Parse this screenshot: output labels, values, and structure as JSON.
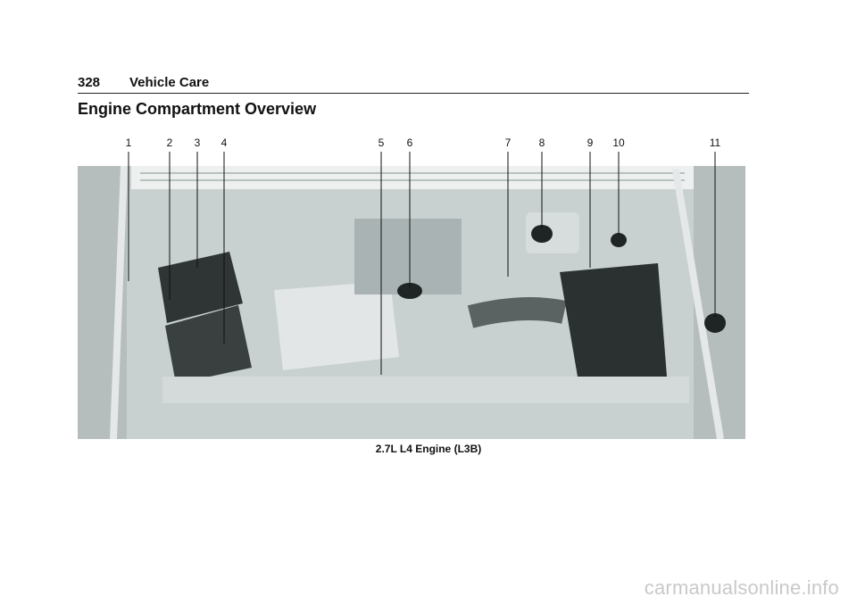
{
  "header": {
    "page_number": "328",
    "section": "Vehicle Care"
  },
  "title": "Engine Compartment Overview",
  "figure": {
    "callouts": [
      "1",
      "2",
      "3",
      "4",
      "5",
      "6",
      "7",
      "8",
      "9",
      "10",
      "11"
    ],
    "caption": "2.7L L4 Engine (L3B)"
  },
  "watermark": "carmanualsonline.info"
}
